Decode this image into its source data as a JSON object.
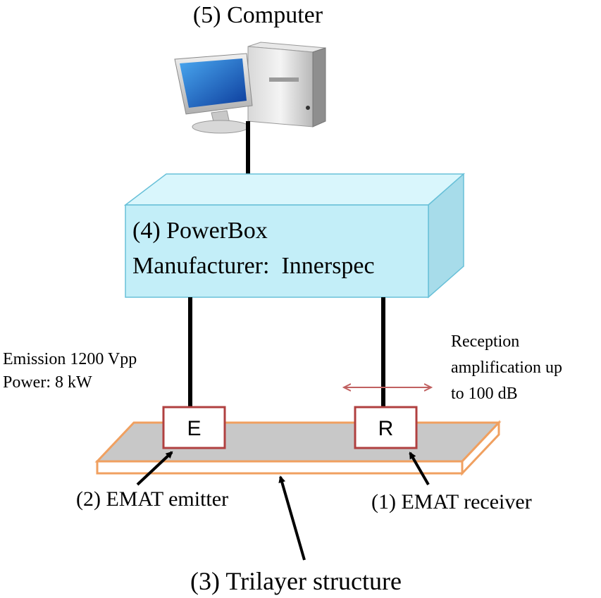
{
  "labels": {
    "computer": "(5) Computer",
    "powerbox_line1": "(4) PowerBox",
    "powerbox_line2": "Manufacturer:  Innerspec",
    "emission_line1": "Emission 1200 Vpp",
    "emission_line2": "Power: 8 kW",
    "reception_line1": "Reception",
    "reception_line2": "amplification up",
    "reception_line3": "to 100 dB",
    "emitter_box": "E",
    "receiver_box": "R",
    "emitter_label": "(2) EMAT emitter",
    "receiver_label": "(1) EMAT receiver",
    "structure_label": "(3) Trilayer structure"
  },
  "colors": {
    "box_front": "#c3eef8",
    "box_top": "#d9f6fc",
    "box_side": "#a7dcea",
    "box_edge": "#68c0d8",
    "plate_fill": "#c8c8c8",
    "plate_edge": "#f0a060",
    "transducer_edge": "#b04040",
    "arrow_double": "#c06060",
    "monitor_screen": "#1560c8"
  },
  "icons": {
    "computer": "desktop-computer-icon"
  }
}
